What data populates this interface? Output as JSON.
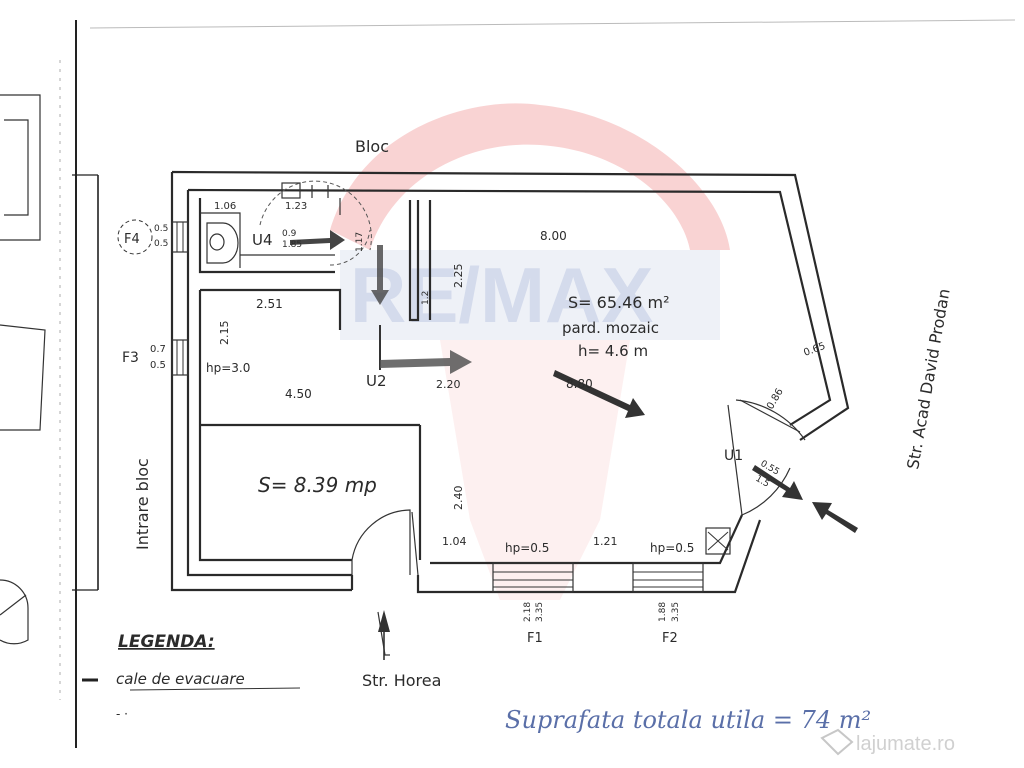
{
  "labels": {
    "top_neighbor": "Bloc",
    "right_street": "Str. Acad David Prodan",
    "left_entrance": "Intrare bloc",
    "bottom_street": "Str. Horea",
    "watermark": "RE/MAX",
    "site_mark": "lajumate.ro"
  },
  "rooms": {
    "main": {
      "area": "S= 65.46 m²",
      "floor": "pard. mozaic",
      "height": "h= 4.6 m"
    },
    "small": {
      "area": "S= 8.39 mp"
    },
    "hp_left": "hp=3.0",
    "hp_bottom_1": "hp=0.5",
    "hp_bottom_2": "hp=0.5"
  },
  "dimensions": {
    "d_106": "1.06",
    "d_123": "1.23",
    "d_800": "8.00",
    "d_225": "2.25",
    "d_251": "2.51",
    "d_215": "2.15",
    "d_450": "4.50",
    "d_220": "2.20",
    "d_880": "8.80",
    "d_065": "0.65",
    "d_086": "0.86",
    "d_240": "2.40",
    "d_104": "1.04",
    "d_121": "1.21",
    "d_117": "1.17",
    "d_12": "1.2",
    "u4_a": "0.9",
    "u4_b": "1.85",
    "u1_a": "0.55",
    "u1_b": "1.5",
    "f4_a": "0.5",
    "f4_b": "0.5",
    "f3_a": "0.7",
    "f3_b": "0.5",
    "f1_a": "2.18",
    "f1_b": "3.35",
    "f2_a": "1.88",
    "f2_b": "3.35"
  },
  "openings": {
    "f4": "F4",
    "f3": "F3",
    "f1": "F1",
    "f2": "F2",
    "u4": "U4",
    "u2": "U2",
    "u1": "U1"
  },
  "legend": {
    "title": "LEGENDA:",
    "item": "cale de evacuare"
  },
  "total": "Suprafata totala utila = 74 m²",
  "colors": {
    "ink": "#2a2a2a",
    "blue_ink": "#5a6fa8",
    "watermark_red": "#e23a3a",
    "watermark_blue": "#3b5aa8"
  }
}
